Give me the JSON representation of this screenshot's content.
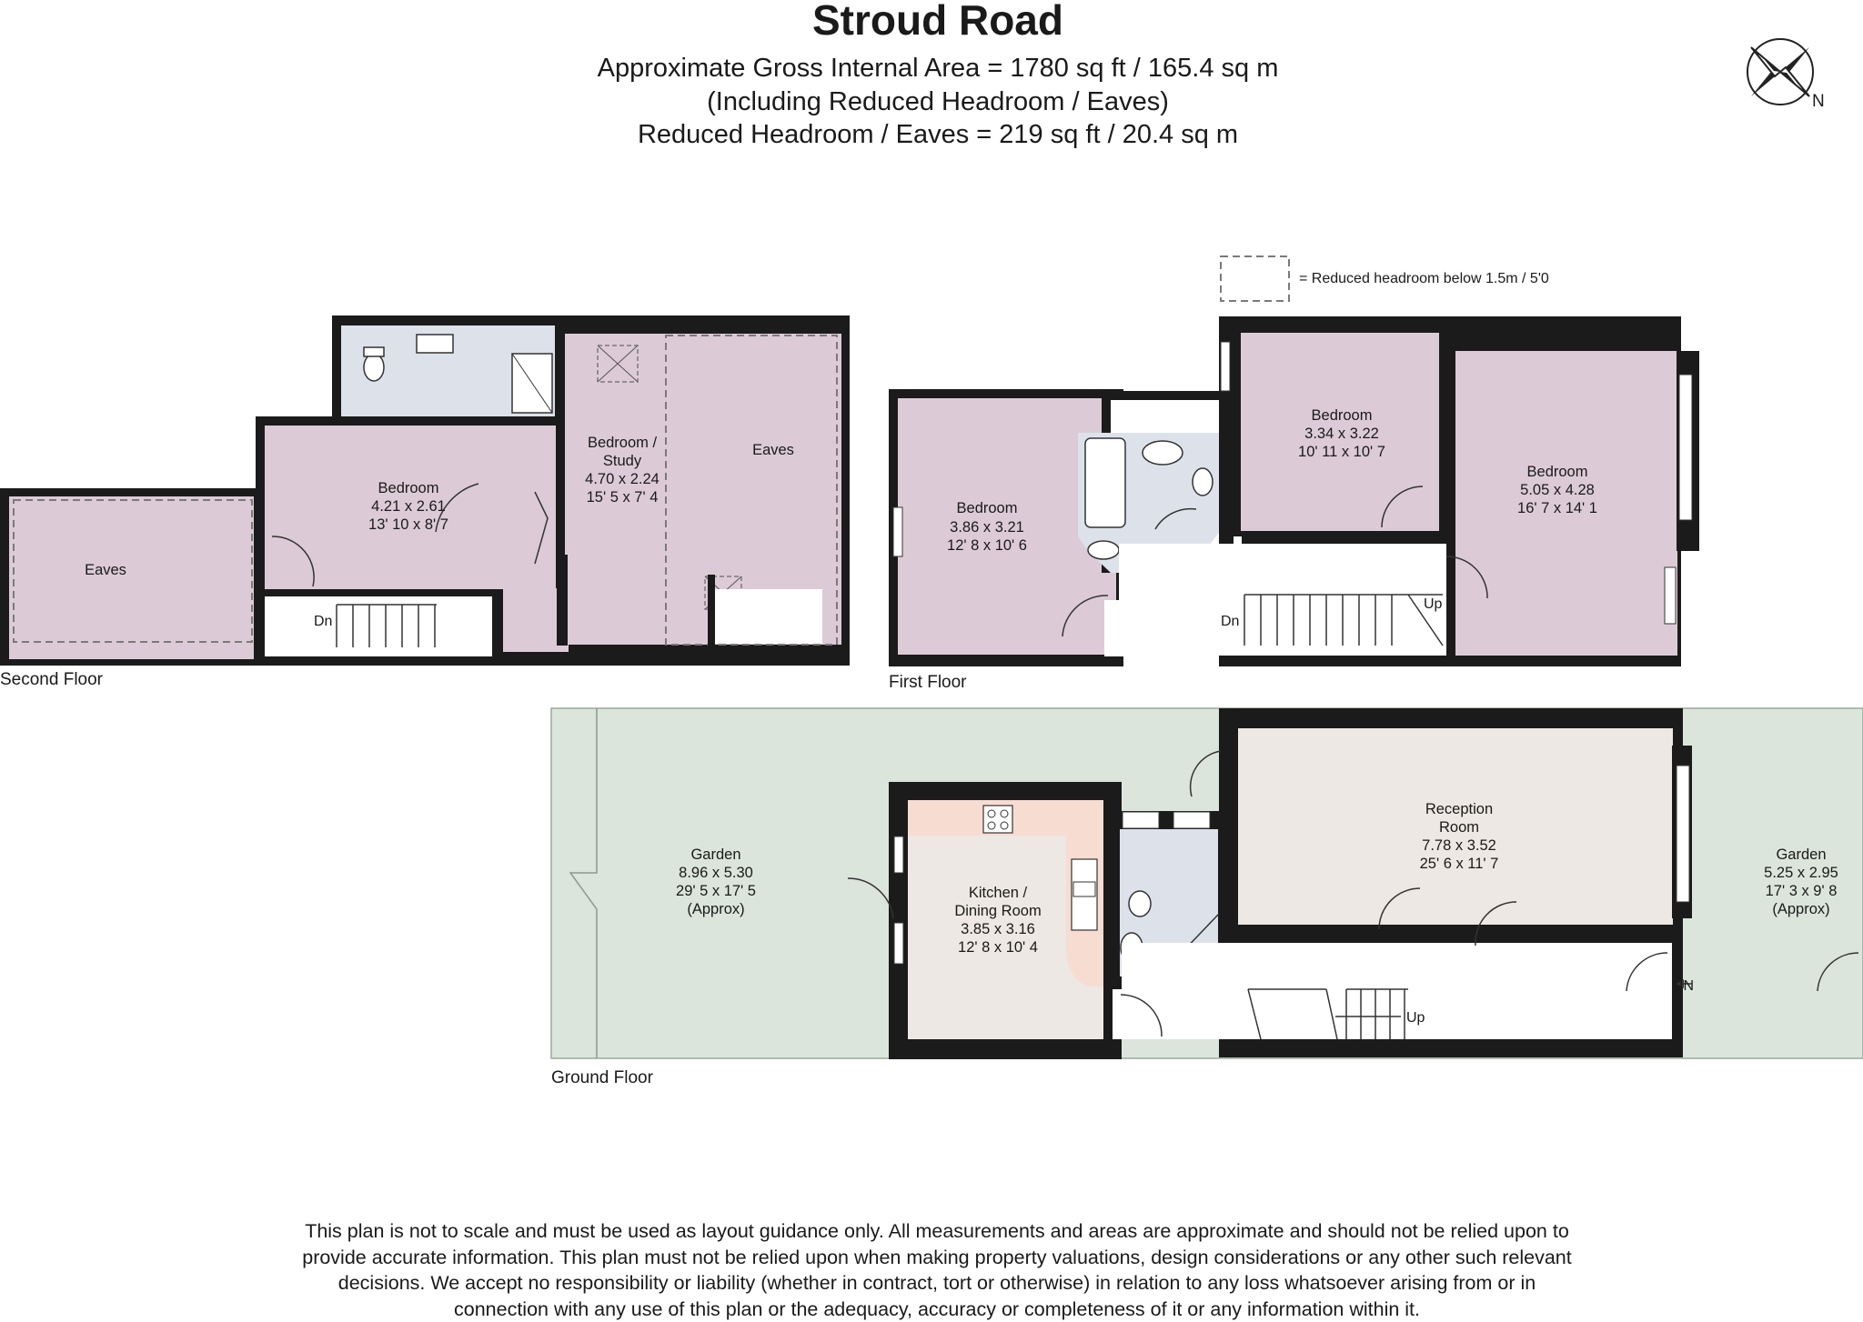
{
  "header": {
    "title": "Stroud Road",
    "area_line": "Approximate Gross Internal Area = 1780 sq ft / 165.4 sq m",
    "including_line": "(Including Reduced Headroom / Eaves)",
    "reduced_line": "Reduced Headroom / Eaves = 219 sq ft / 20.4 sq m"
  },
  "compass": {
    "north_label": "N"
  },
  "legend": {
    "text": "= Reduced headroom below 1.5m / 5'0"
  },
  "floors": {
    "second": {
      "label": "Second Floor",
      "eaves_left": "Eaves",
      "bedroom": {
        "name": "Bedroom",
        "metric": "4.21 x 2.61",
        "imperial": "13' 10 x 8' 7"
      },
      "study": {
        "name1": "Bedroom /",
        "name2": "Study",
        "metric": "4.70 x 2.24",
        "imperial": "15' 5 x 7' 4"
      },
      "eaves_right": "Eaves",
      "stairs": "Dn"
    },
    "first": {
      "label": "First Floor",
      "bedroom_left": {
        "name": "Bedroom",
        "metric": "3.86 x 3.21",
        "imperial": "12' 8 x 10' 6"
      },
      "bedroom_mid": {
        "name": "Bedroom",
        "metric": "3.34 x 3.22",
        "imperial": "10' 11 x 10' 7"
      },
      "bedroom_right": {
        "name": "Bedroom",
        "metric": "5.05 x 4.28",
        "imperial": "16' 7 x 14' 1"
      },
      "stairs_dn": "Dn",
      "stairs_up": "Up"
    },
    "ground": {
      "label": "Ground Floor",
      "garden_rear": {
        "name": "Garden",
        "metric": "8.96 x 5.30",
        "imperial": "29' 5 x 17' 5",
        "note": "(Approx)"
      },
      "kitchen": {
        "name1": "Kitchen /",
        "name2": "Dining Room",
        "metric": "3.85 x 3.16",
        "imperial": "12' 8 x 10' 4"
      },
      "reception": {
        "name1": "Reception",
        "name2": "Room",
        "metric": "7.78 x 3.52",
        "imperial": "25' 6 x 11' 7"
      },
      "garden_front": {
        "name": "Garden",
        "metric": "5.25 x 2.95",
        "imperial": "17' 3 x 9' 8",
        "note": "(Approx)"
      },
      "stairs_up": "Up",
      "entrance": "IN"
    }
  },
  "colors": {
    "wall": "#1b1b1b",
    "bedroom": "#dccbd6",
    "bathroom": "#dde2ea",
    "kitchen": "#f7dcd2",
    "dining": "#ede8e3",
    "reception": "#ede8e3",
    "garden": "#dbe5dc",
    "eaves_dash": "#7a7a7a"
  },
  "disclaimer": [
    "This plan is not to scale and must be used as layout guidance only. All measurements and areas are approximate and should not be relied upon to",
    "provide accurate information. This plan must not be relied upon when making property valuations, design considerations or any other such relevant",
    "decisions. We accept no responsibility or liability (whether in contract, tort or otherwise) in relation to any loss whatsoever arising from or in",
    "connection with any use of this plan or the adequacy, accuracy or completeness of it or any information within it."
  ]
}
